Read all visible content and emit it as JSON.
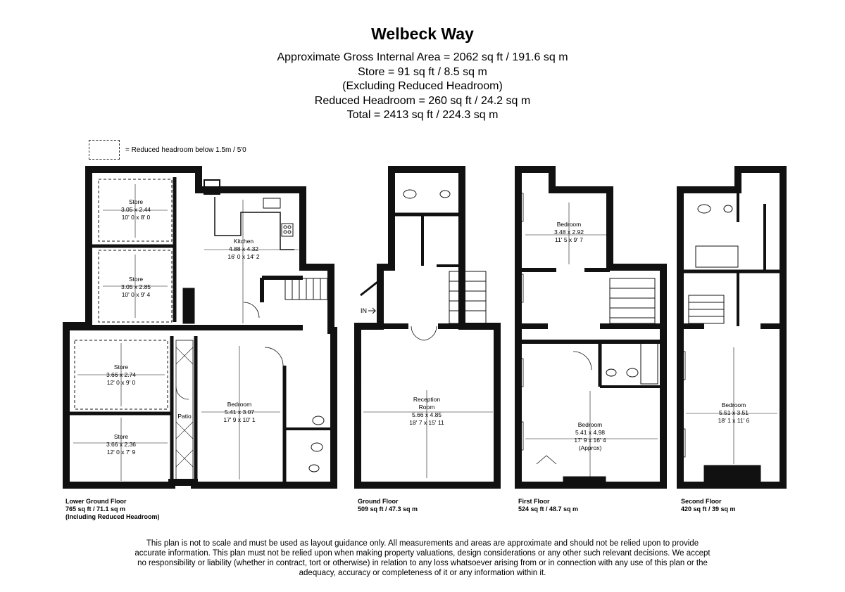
{
  "header": {
    "title": "Welbeck Way",
    "lines": [
      "Approximate Gross Internal Area = 2062 sq ft / 191.6 sq m",
      "Store = 91 sq ft / 8.5 sq m",
      "(Excluding Reduced Headroom)",
      "Reduced Headroom = 260 sq ft / 24.2 sq m",
      "Total = 2413 sq ft / 224.3 sq m"
    ]
  },
  "key": {
    "label": "= Reduced headroom below 1.5m / 5'0"
  },
  "entrance": "IN",
  "floors": {
    "lower_ground": {
      "name": "Lower Ground Floor",
      "area": "765 sq ft / 71.1 sq m",
      "note": "(Including Reduced Headroom)",
      "rooms": {
        "store1": [
          "Store",
          "3.05 x 2.44",
          "10' 0 x 8' 0"
        ],
        "store2": [
          "Store",
          "3.05 x 2.85",
          "10' 0 x 9' 4"
        ],
        "kitchen": [
          "Kitchen",
          "4.88 x 4.32",
          "16' 0 x 14' 2"
        ],
        "store3": [
          "Store",
          "3.66 x 2.74",
          "12' 0 x 9' 0"
        ],
        "store4": [
          "Store",
          "3.66 x 2.36",
          "12' 0 x 7' 9"
        ],
        "bedroom": [
          "Bedroom",
          "5.41 x 3.07",
          "17' 9 x 10' 1"
        ],
        "patio": "Patio"
      }
    },
    "ground": {
      "name": "Ground Floor",
      "area": "509 sq ft / 47.3 sq m",
      "rooms": {
        "reception": [
          "Reception",
          "Room",
          "5.66 x 4.85",
          "18' 7 x 15' 11"
        ]
      }
    },
    "first": {
      "name": "First Floor",
      "area": "524 sq ft / 48.7 sq m",
      "rooms": {
        "bedroom_top": [
          "Bedroom",
          "3.48 x 2.92",
          "11' 5 x 9' 7"
        ],
        "bedroom_main": [
          "Bedroom",
          "5.41 x 4.98",
          "17' 9 x 16' 4",
          "(Approx)"
        ]
      }
    },
    "second": {
      "name": "Second Floor",
      "area": "420 sq ft / 39 sq m",
      "rooms": {
        "bedroom": [
          "Bedroom",
          "5.51 x 3.51",
          "18' 1 x 11' 6"
        ]
      }
    }
  },
  "disclaimer": "This plan is not to scale and must be used as layout guidance only. All measurements and areas are approximate and should not be relied upon to provide accurate information. This plan must not be relied upon when making property valuations, design considerations or any other such relevant decisions. We accept no responsibility or liability (whether in contract, tort or otherwise) in relation to any loss whatsoever arising from or in connection with any use of this plan or the adequacy, accuracy or completeness of it or any information within it."
}
